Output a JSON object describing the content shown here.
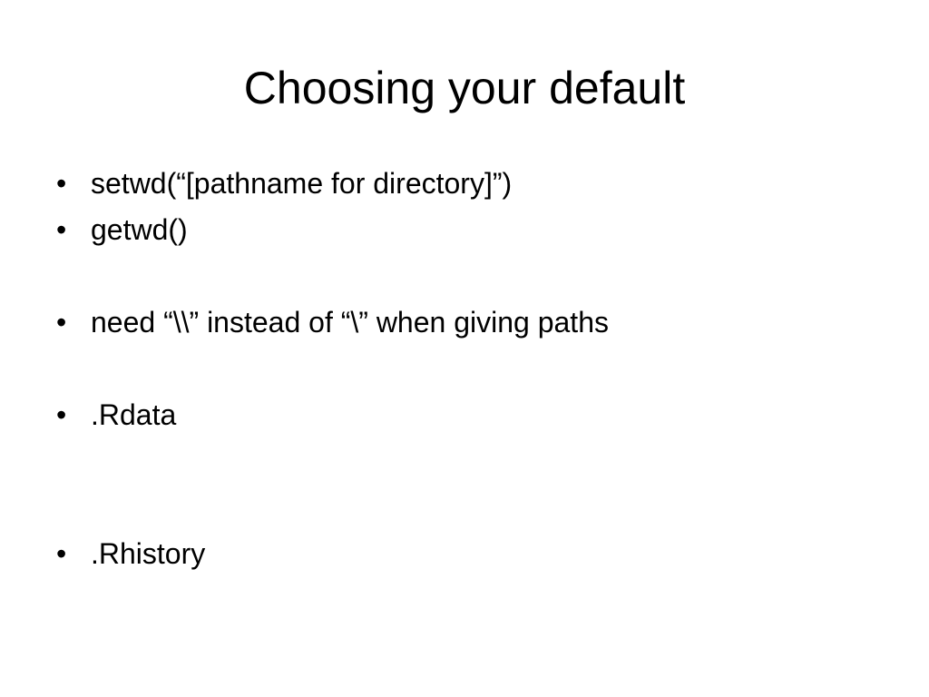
{
  "slide": {
    "title": "Choosing your default",
    "bullet_glyph": "•",
    "bullets": [
      "setwd(“[pathname for directory]”)",
      "getwd()",
      "need “\\\\” instead of “\\” when giving paths",
      ".Rdata",
      ".Rhistory"
    ]
  }
}
